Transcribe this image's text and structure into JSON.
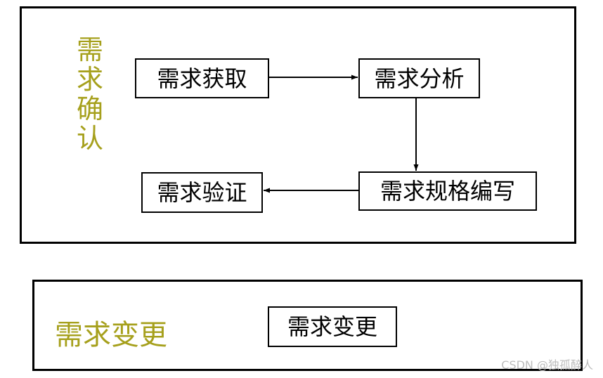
{
  "top_panel": {
    "side_label": [
      "需",
      "求",
      "确",
      "认"
    ],
    "nodes": {
      "acquire": "需求获取",
      "analyze": "需求分析",
      "spec": "需求规格编写",
      "verify": "需求验证"
    }
  },
  "bottom_panel": {
    "side_label": "需求变更",
    "node": "需求变更"
  },
  "watermark": "CSDN @独孤醉人",
  "colors": {
    "side_label": "#a6a01c",
    "border": "#000000",
    "background": "#ffffff",
    "watermark": "#bdbdbd"
  }
}
